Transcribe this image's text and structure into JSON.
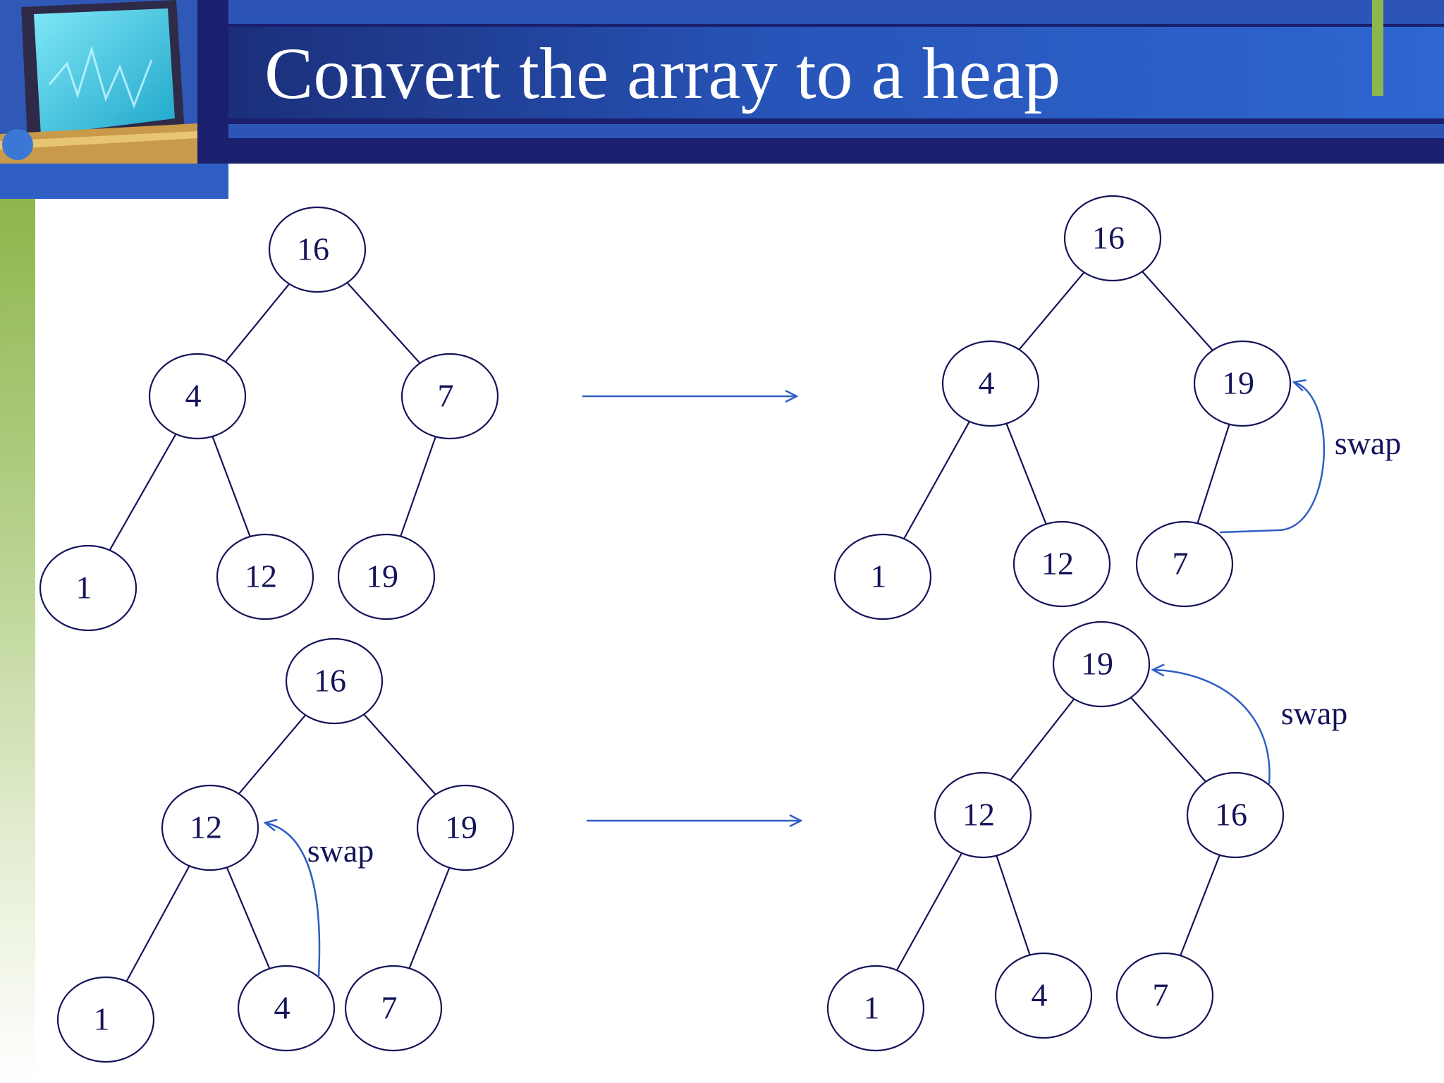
{
  "slide": {
    "title": "Convert the array to a heap"
  },
  "colors": {
    "header_dark": "#1a1f6e",
    "header_blue": "#2f5fc4",
    "sidebar_green": "#8db64c",
    "node_stroke": "#14145a",
    "arrow_blue": "#2f5fc4"
  },
  "trees": [
    {
      "name": "step-1",
      "nodes": [
        "16",
        "4",
        "7",
        "1",
        "12",
        "19"
      ],
      "edges": [
        [
          0,
          1
        ],
        [
          0,
          2
        ],
        [
          1,
          3
        ],
        [
          1,
          4
        ],
        [
          2,
          5
        ]
      ]
    },
    {
      "name": "step-2",
      "nodes": [
        "16",
        "4",
        "19",
        "1",
        "12",
        "7"
      ],
      "edges": [
        [
          0,
          1
        ],
        [
          0,
          2
        ],
        [
          1,
          3
        ],
        [
          1,
          4
        ],
        [
          2,
          5
        ]
      ],
      "swap": {
        "from": 5,
        "to": 2,
        "label": "swap"
      }
    },
    {
      "name": "step-3",
      "nodes": [
        "16",
        "12",
        "19",
        "1",
        "4",
        "7"
      ],
      "edges": [
        [
          0,
          1
        ],
        [
          0,
          2
        ],
        [
          1,
          3
        ],
        [
          1,
          4
        ],
        [
          2,
          5
        ]
      ],
      "swap": {
        "from": 4,
        "to": 1,
        "label": "swap"
      }
    },
    {
      "name": "step-4",
      "nodes": [
        "19",
        "12",
        "16",
        "1",
        "4",
        "7"
      ],
      "edges": [
        [
          0,
          1
        ],
        [
          0,
          2
        ],
        [
          1,
          3
        ],
        [
          1,
          4
        ],
        [
          2,
          5
        ]
      ],
      "swap": {
        "from": 2,
        "to": 0,
        "label": "swap"
      }
    }
  ],
  "transitions": [
    {
      "from": "step-1",
      "to": "step-2"
    },
    {
      "from": "step-3",
      "to": "step-4"
    }
  ]
}
